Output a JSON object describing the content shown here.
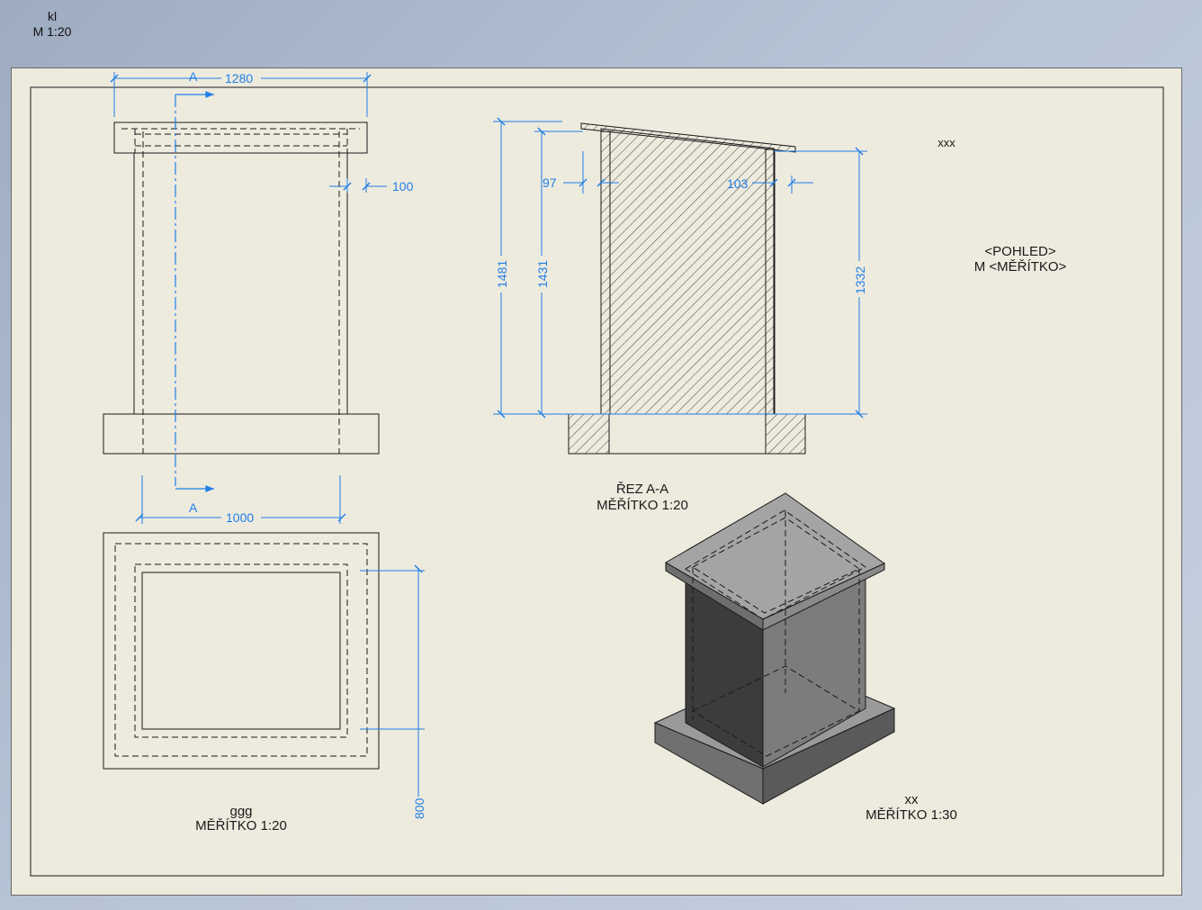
{
  "corner": {
    "line1": "kl",
    "line2": "M 1:20"
  },
  "front_view": {
    "dim_width": "1280",
    "dim_offset": "100",
    "section_marker": "A"
  },
  "plan_view": {
    "dim_width": "1000",
    "dim_depth": "800",
    "section_marker": "A",
    "title": "ggg",
    "scale": "MĚŘÍTKO 1:20"
  },
  "section_view": {
    "dim_total_height": "1481",
    "dim_wall_height": "1431",
    "dim_right_height": "1332",
    "dim_left_wall": "97",
    "dim_right_wall": "103",
    "title": "ŘEZ A-A",
    "scale": "MĚŘÍTKO 1:20"
  },
  "iso_view": {
    "title": "xx",
    "scale": "MĚŘÍTKO 1:30"
  },
  "placeholder_view": {
    "title": "<POHLED>",
    "scale": "M <MĚŘÍTKO>"
  },
  "note": "xxx",
  "colors": {
    "paper": "#edeade",
    "dimension": "#1f7fe6",
    "line": "#1a1a1a",
    "roof": "#a4a4a4",
    "wall_dark": "#3c3c3c",
    "wall_light": "#7c7c7c",
    "base_top": "#9a9a9a"
  }
}
